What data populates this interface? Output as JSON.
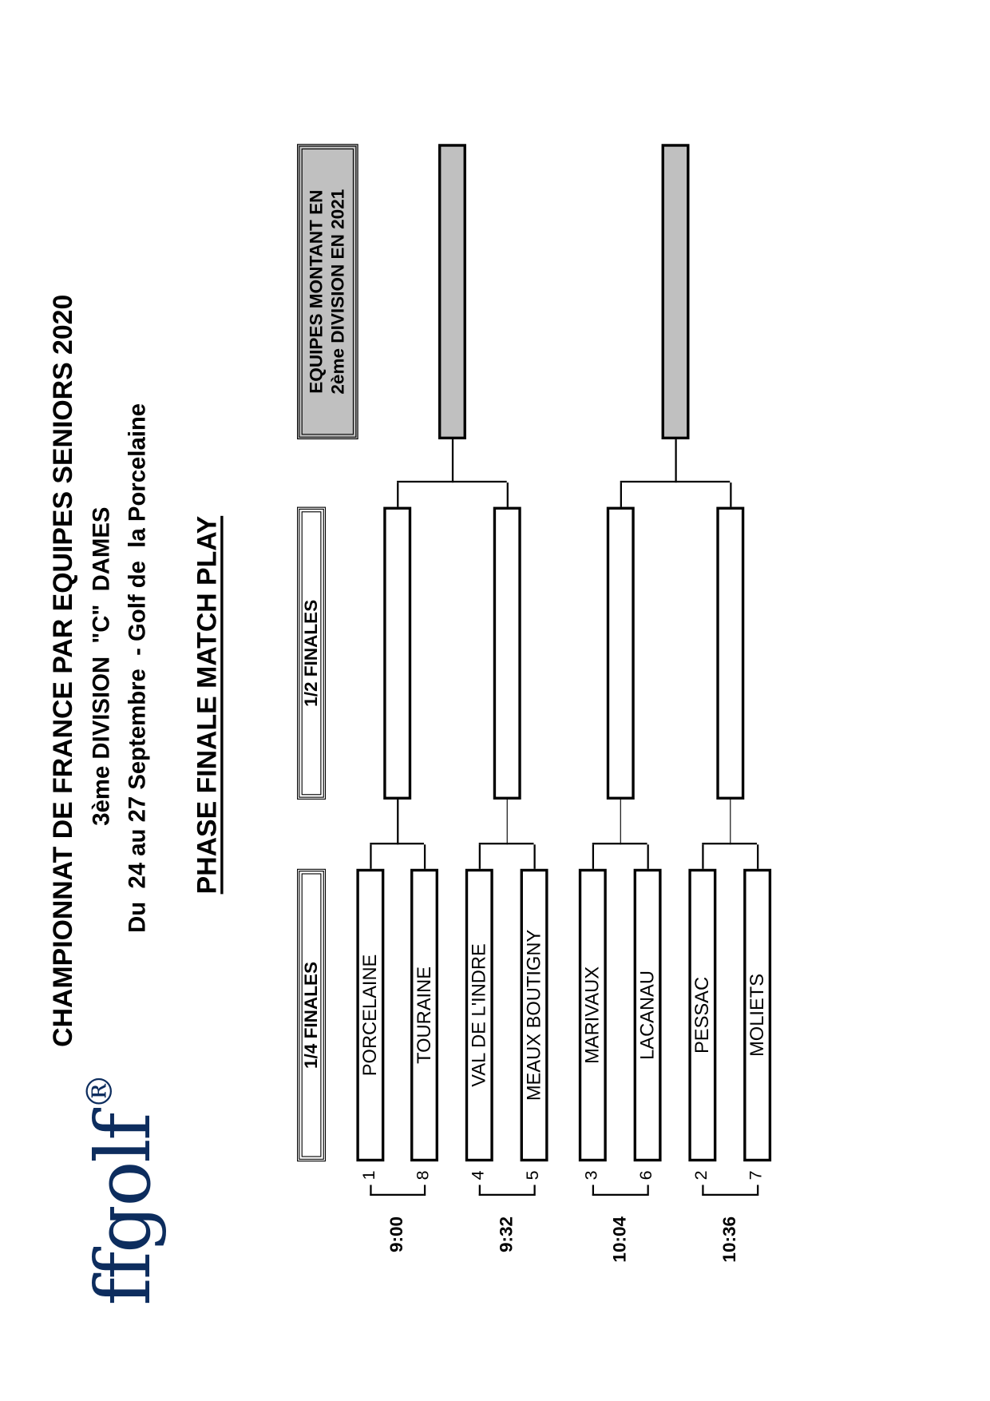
{
  "logo": {
    "text": "ffgolf",
    "mark": "®",
    "color": "#0d2d5e"
  },
  "header": {
    "title": "CHAMPIONNAT DE FRANCE PAR EQUIPES SENIORS 2020",
    "division": "3ème DIVISION  \"C\"  DAMES",
    "dates": "Du  24 au 27 Septembre  - Golf de  la Porcelaine",
    "phase": "PHASE FINALE MATCH PLAY"
  },
  "columns": {
    "quarter": "1/4 FINALES",
    "semi": "1/2 FINALES",
    "promoted_line1": "EQUIPES MONTANT EN",
    "promoted_line2": "2ème DIVISION EN 2021"
  },
  "matches": [
    {
      "time": "9:00",
      "teams": [
        {
          "seed": "1",
          "name": "PORCELAINE"
        },
        {
          "seed": "8",
          "name": "TOURAINE"
        }
      ]
    },
    {
      "time": "9:32",
      "teams": [
        {
          "seed": "4",
          "name": "VAL DE L'INDRE"
        },
        {
          "seed": "5",
          "name": "MEAUX BOUTIGNY"
        }
      ]
    },
    {
      "time": "10:04",
      "teams": [
        {
          "seed": "3",
          "name": "MARIVAUX"
        },
        {
          "seed": "6",
          "name": "LACANAU"
        }
      ]
    },
    {
      "time": "10:36",
      "teams": [
        {
          "seed": "2",
          "name": "PESSAC"
        },
        {
          "seed": "7",
          "name": "MOLIETS"
        }
      ]
    }
  ],
  "colors": {
    "promoted_fill": "#c0c0c0"
  }
}
